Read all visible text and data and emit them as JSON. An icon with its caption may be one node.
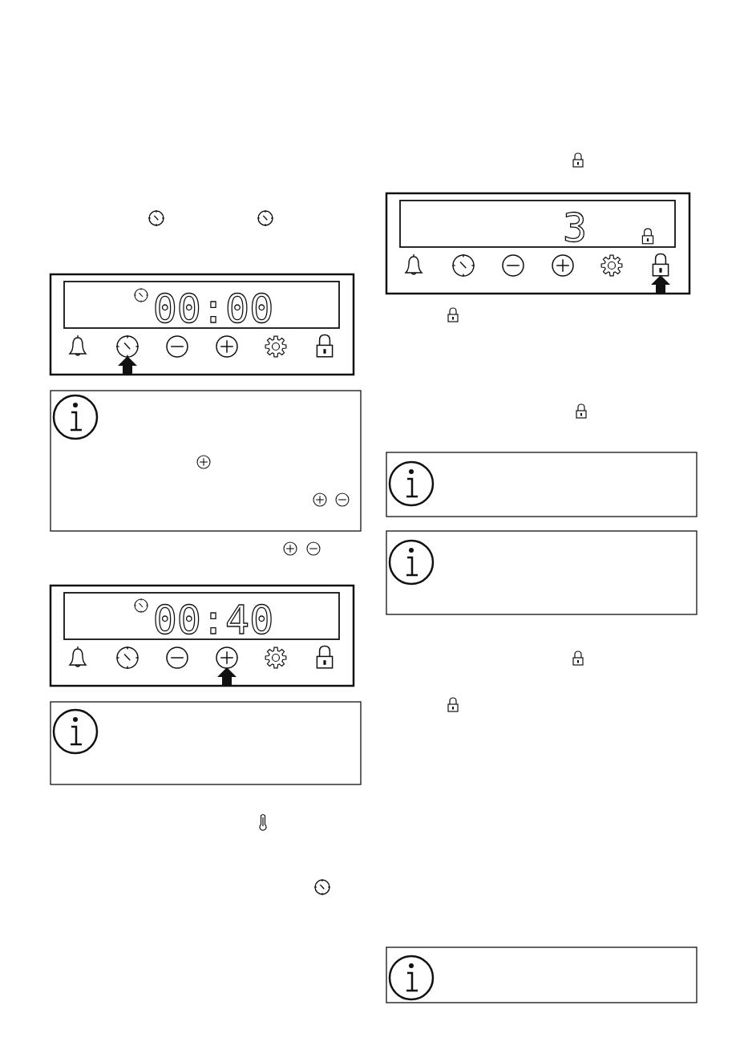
{
  "diagram": {
    "labels": [
      "00:00",
      "00:40",
      "3"
    ]
  }
}
